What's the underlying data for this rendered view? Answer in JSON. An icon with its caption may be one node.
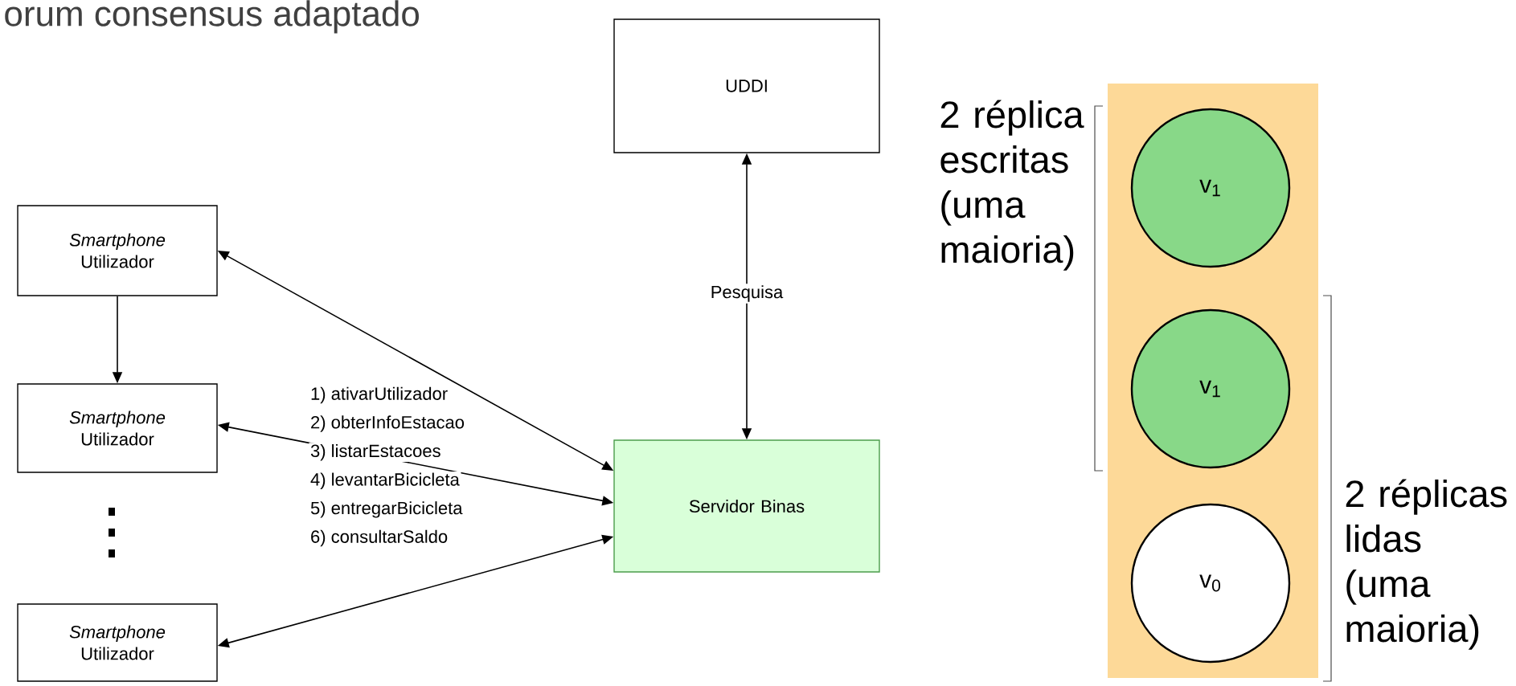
{
  "diagram": {
    "title": "orum consensus adaptado",
    "nodes": [
      {
        "text": [
          "UDDI"
        ]
      },
      {
        "text": [
          "*Smartphone* Utilizador"
        ]
      },
      {
        "text": [
          "*Smartphone* Utilizador"
        ]
      },
      {
        "text": [
          "*Smartphone* Utilizador"
        ]
      },
      {
        "text": [
          "Servidor Binas"
        ]
      },
      {
        "text": [],
        "shape": "bar"
      },
      {
        "text": [
          "v$_{1}$"
        ],
        "in": 5
      },
      {
        "text": [
          "v$_{1}$"
        ],
        "in": 5
      },
      {
        "text": [
          "v$_{0}$"
        ],
        "in": 5
      }
    ],
    "edges": [
      {
        "from": 0,
        "to": 4,
        "arrow": "both",
        "label": "Pesquisa"
      },
      {
        "from": 1,
        "to": 2,
        "arrow": "to"
      },
      {
        "from": 1,
        "to": 4,
        "arrow": "both"
      },
      {
        "from": 2,
        "to": 4,
        "arrow": "both"
      },
      {
        "from": 3,
        "to": 4,
        "arrow": "both"
      }
    ],
    "labels": [
      "1) ativarUtilizador",
      "2) obterInfoEstacao",
      "3) listarEstacoes",
      "4) levantarBicicleta",
      "5) entregarBicicleta",
      "6) consultarSaldo",
      "2 réplica escritas (uma maioria)",
      "2 réplicas lidas (uma maioria)"
    ]
  }
}
